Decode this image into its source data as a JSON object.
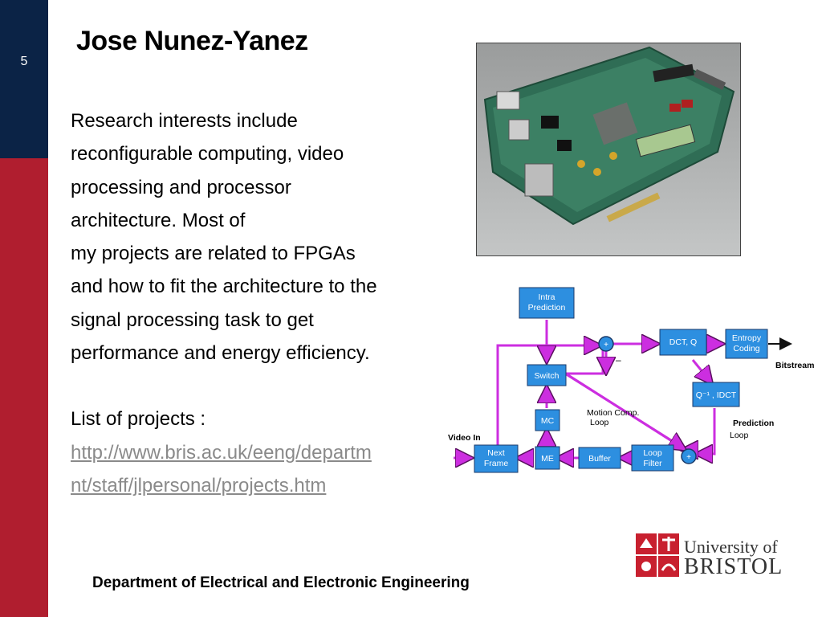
{
  "slide": {
    "number": "5"
  },
  "title": "Jose Nunez-Yanez",
  "body": {
    "lines": [
      "Research interests include",
      "reconfigurable computing, video",
      "processing and processor",
      "architecture. Most of",
      "my projects are related to FPGAs",
      "and how to fit the architecture to the",
      "signal processing task to get",
      "performance and energy efficiency."
    ],
    "projects_label": "List of projects :",
    "link_line1": "http://www.bris.ac.uk/eeng/departm",
    "link_line2": "nt/staff/jlpersonal/projects.htm"
  },
  "diagram": {
    "blocks": {
      "intra": [
        "Intra",
        "Prediction"
      ],
      "dct": "DCT, Q",
      "entropy": [
        "Entropy",
        "Coding"
      ],
      "switch": "Switch",
      "iq": "Q⁻¹ , IDCT",
      "mc": "MC",
      "me": "ME",
      "next": [
        "Next",
        "Frame"
      ],
      "buffer": "Buffer",
      "loop": [
        "Loop",
        "Filter"
      ]
    },
    "labels": {
      "bitstream": "Bitstream",
      "video_in": "Video In",
      "motion_comp": [
        "Motion Comp.",
        "Loop"
      ],
      "prediction": "Prediction",
      "prediction_loop": "Loop",
      "plus": "+",
      "minus": "–"
    },
    "colors": {
      "block": "#2d8fe0",
      "arrow": "#cc2ee0"
    }
  },
  "footer": "Department of Electrical and Electronic Engineering",
  "logo": {
    "line1": "University of",
    "line2": "BRISTOL"
  },
  "colors": {
    "sidebar_top": "#0b2346",
    "sidebar_bottom": "#b01e2f",
    "link": "#8a8a8a"
  }
}
